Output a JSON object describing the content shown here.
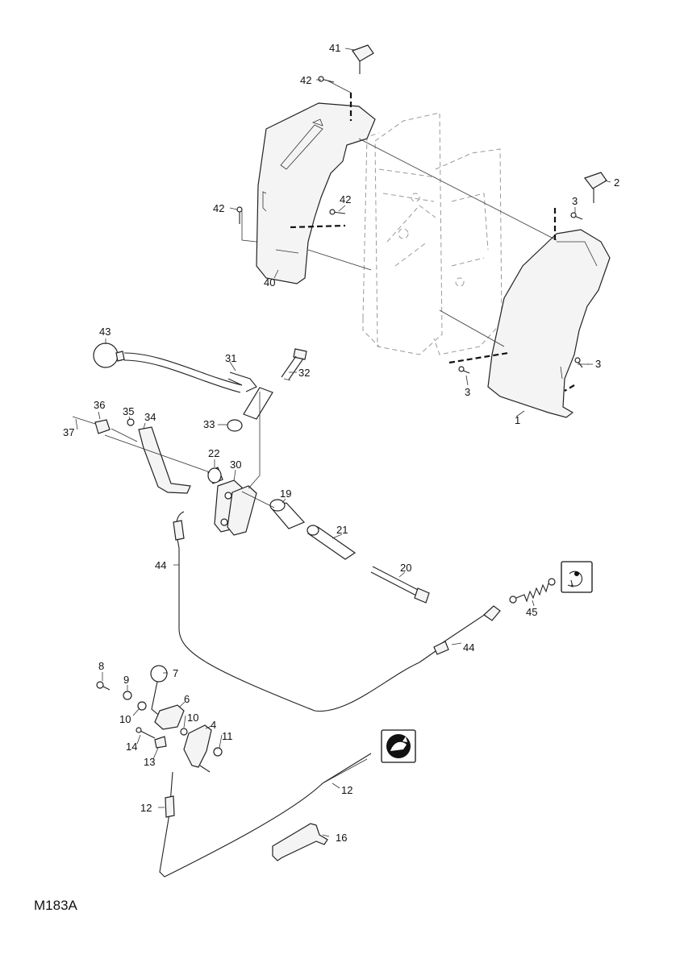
{
  "figure_code": "M183A",
  "part_numbers": {
    "p1": "1",
    "p2": "2",
    "p3a": "3",
    "p3b": "3",
    "p3c": "3",
    "p4": "4",
    "p6": "6",
    "p7": "7",
    "p8": "8",
    "p9": "9",
    "p10a": "10",
    "p10b": "10",
    "p11": "11",
    "p12a": "12",
    "p12b": "12",
    "p13": "13",
    "p14": "14",
    "p16": "16",
    "p19": "19",
    "p20": "20",
    "p21": "21",
    "p22": "22",
    "p30": "30",
    "p31": "31",
    "p32": "32",
    "p33": "33",
    "p34": "34",
    "p35": "35",
    "p36": "36",
    "p37": "37",
    "p40": "40",
    "p41": "41",
    "p42a": "42",
    "p42b": "42",
    "p42c": "42",
    "p43": "43",
    "p44a": "44",
    "p44b": "44",
    "p45": "45"
  },
  "icons": [
    "rotation-arrows-icon",
    "speed-rabbit-icon"
  ]
}
